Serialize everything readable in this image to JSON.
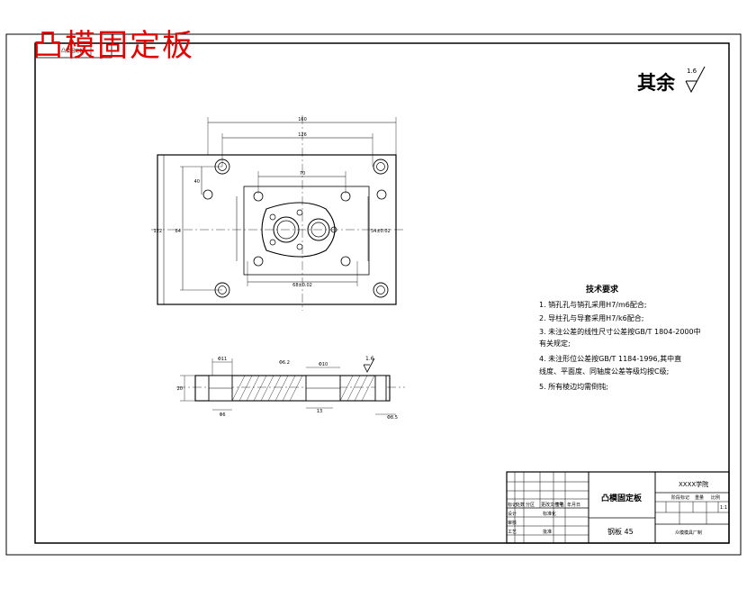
{
  "drawing_title": "凸模固定板",
  "title_stamp": "凸模固定板",
  "surface_finish": {
    "label": "其余",
    "roughness_value": "1.6"
  },
  "dimensions": {
    "overall_width": "160",
    "hole_span_width": "126",
    "left_height": "122",
    "inner_height": "84",
    "top_offset": "40",
    "center_span": "70",
    "right_height": "54±0.02",
    "bottom_span": "68±0.02",
    "section_hole_dia": "Φ6.2",
    "section_width": "Φ10",
    "section_mid": "Φ6",
    "section_bottom": "13",
    "section_right": "Φ8.5",
    "section_depth": "Φ11",
    "section_thickness": "20",
    "section_roughness": "1.6"
  },
  "technical_requirements": {
    "title": "技术要求",
    "items": [
      "1. 销孔孔与销孔采用H7/m6配合;",
      "2. 导柱孔与导套采用H7/k6配合;",
      "3. 未注公差的线性尺寸公差按GB/T 1804-2000中",
      "    有关规定;",
      "4. 未注形位公差按GB/T 1184-1996,其中直",
      "    线度、平面度、同轴度公差等级均按C级;",
      "5. 所有棱边均需倒钝;"
    ]
  },
  "title_block": {
    "part_name": "凸模固定板",
    "material": "钢板 45",
    "school": "XXXX学院",
    "company": "众模模具厂制",
    "scale_label": "比例",
    "scale": "1:1",
    "row_labels": [
      "标记",
      "处数",
      "分区",
      "更改文件号",
      "签名",
      "年月日"
    ],
    "design_labels": [
      "设计",
      "审核",
      "工艺",
      "标准化",
      "批准"
    ],
    "stage_labels": [
      "阶段标记",
      "重量",
      "比例"
    ]
  }
}
